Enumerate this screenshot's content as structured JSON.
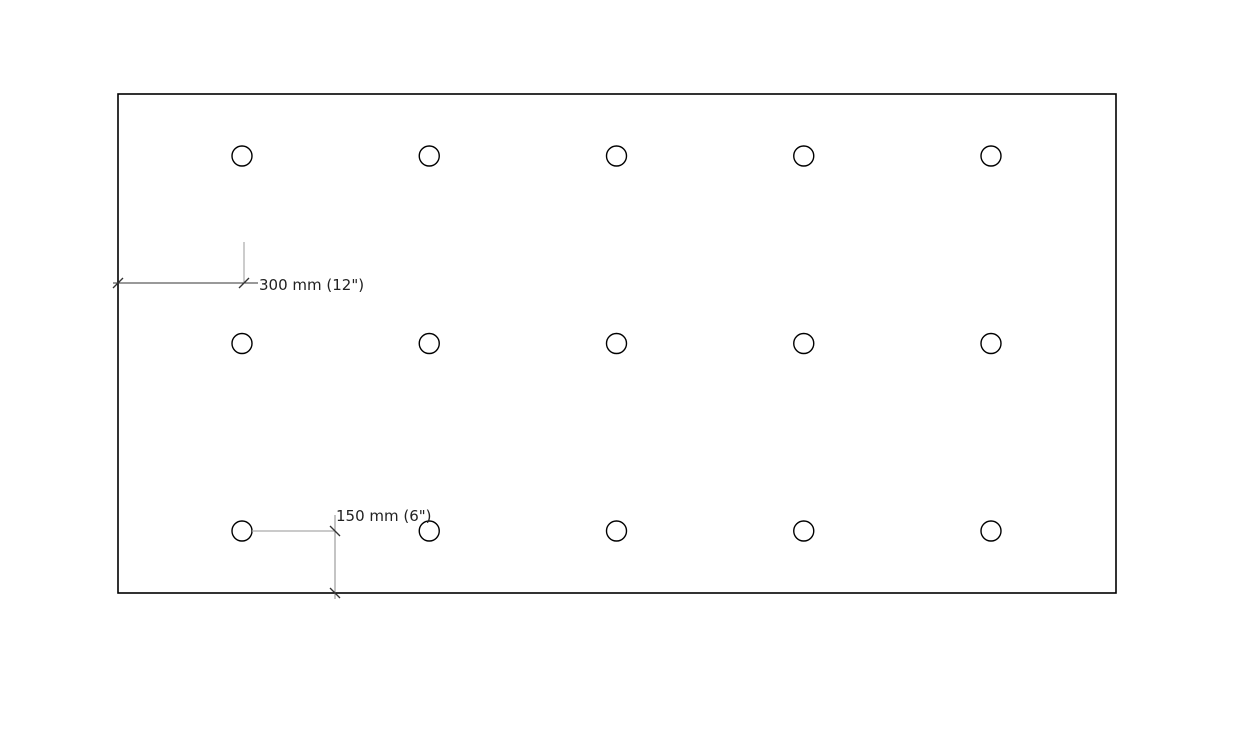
{
  "diagram": {
    "grid": {
      "rows": 3,
      "columns": 5
    },
    "dimensions": {
      "edge_to_hole": "300 mm (12\")",
      "hole_to_edge_bottom": "150 mm (6\")"
    },
    "colors": {
      "outline": "#000000",
      "dimension_line": "#333333",
      "extension_line": "#999999"
    }
  }
}
